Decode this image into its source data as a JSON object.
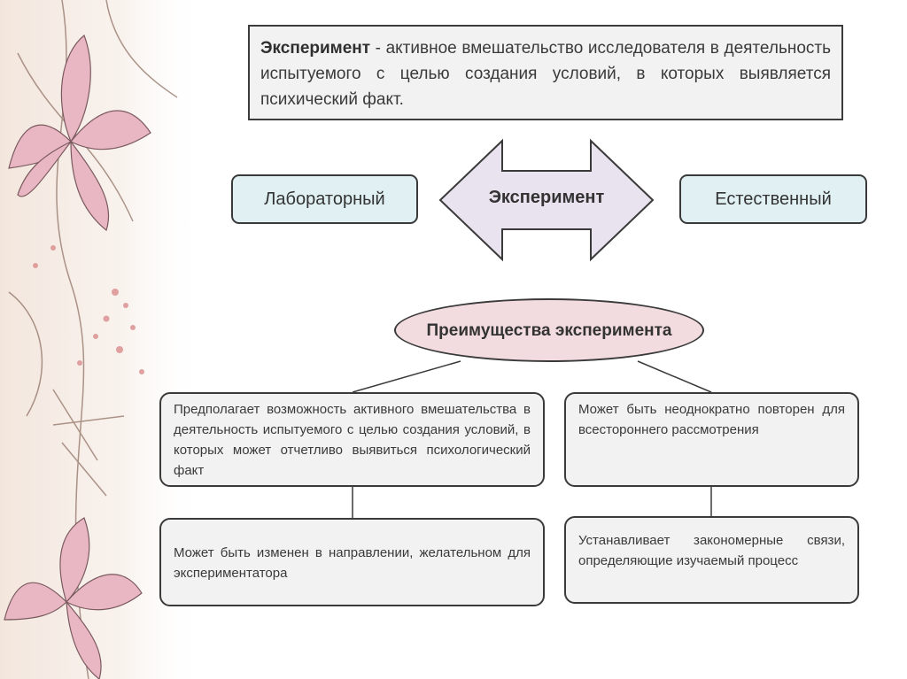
{
  "definition": {
    "term": "Эксперимент",
    "text": " - активное вмешательство исследователя в деятельность испытуемого с целью создания условий, в которых выявляется психический факт."
  },
  "arrow": {
    "label": "Эксперимент"
  },
  "types": {
    "left": "Лабораторный",
    "right": "Естественный"
  },
  "advantages_title": "Преимущества эксперимента",
  "advantages": [
    "Предполагает возможность активного вмешательства в деятельность испытуемого с целью создания условий, в которых может отчетливо выявиться психологический факт",
    "Может быть неоднократно повторен для всестороннего рассмотрения",
    "Может быть изменен в направлении, желательном для экспериментатора",
    "Устанавливает закономерные связи, определяющие изучаемый процесс"
  ],
  "colors": {
    "type_box_fill": "#e0f0f3",
    "arrow_fill": "#e9e3ef",
    "ellipse_fill": "#f3dcdf",
    "box_fill": "#f2f2f2",
    "border": "#3a3a3a"
  }
}
